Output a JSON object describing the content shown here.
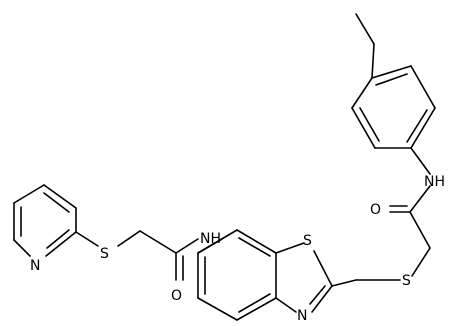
{
  "molecule": {
    "atoms": {
      "N_pyridine": "N",
      "S_pyridyl_thio": "S",
      "O_amide_left": "O",
      "NH_amide_left": "NH",
      "S_thiazole": "S",
      "N_thiazole": "N",
      "S_thioether": "S",
      "O_amide_right": "O",
      "NH_amide_right": "NH"
    }
  }
}
